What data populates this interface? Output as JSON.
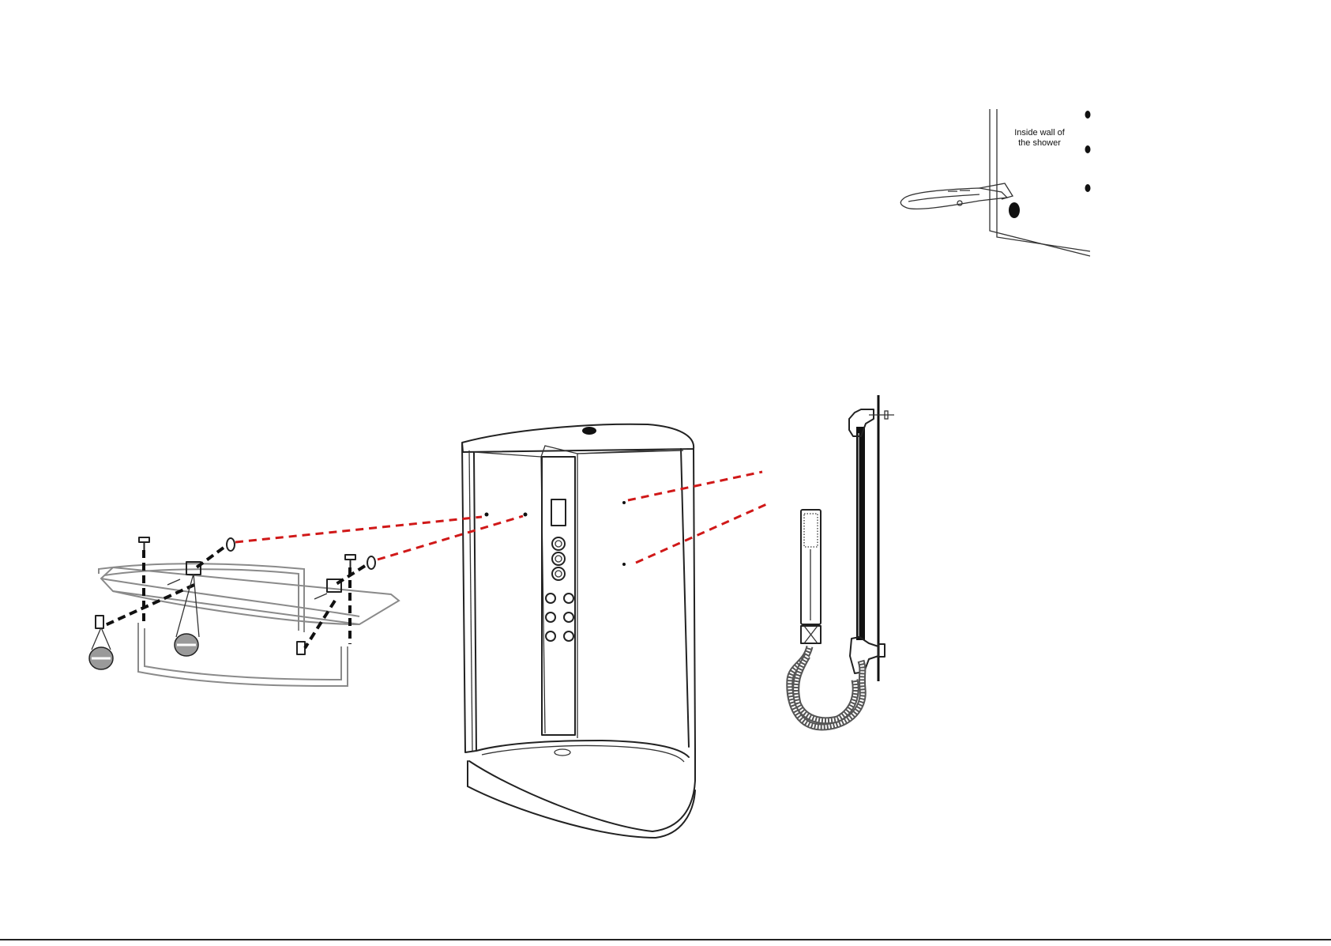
{
  "wall_note": {
    "line1": "Inside wall of",
    "line2": "the shower"
  },
  "colors": {
    "guide_line": "#d01818",
    "fastener_line": "#111111",
    "outline": "#222222"
  },
  "parts": {
    "shelf": "glass-shelf",
    "cabin": "shower-cabin",
    "hand_shower": "hand-shower-rail",
    "tool": "utility-knife"
  }
}
